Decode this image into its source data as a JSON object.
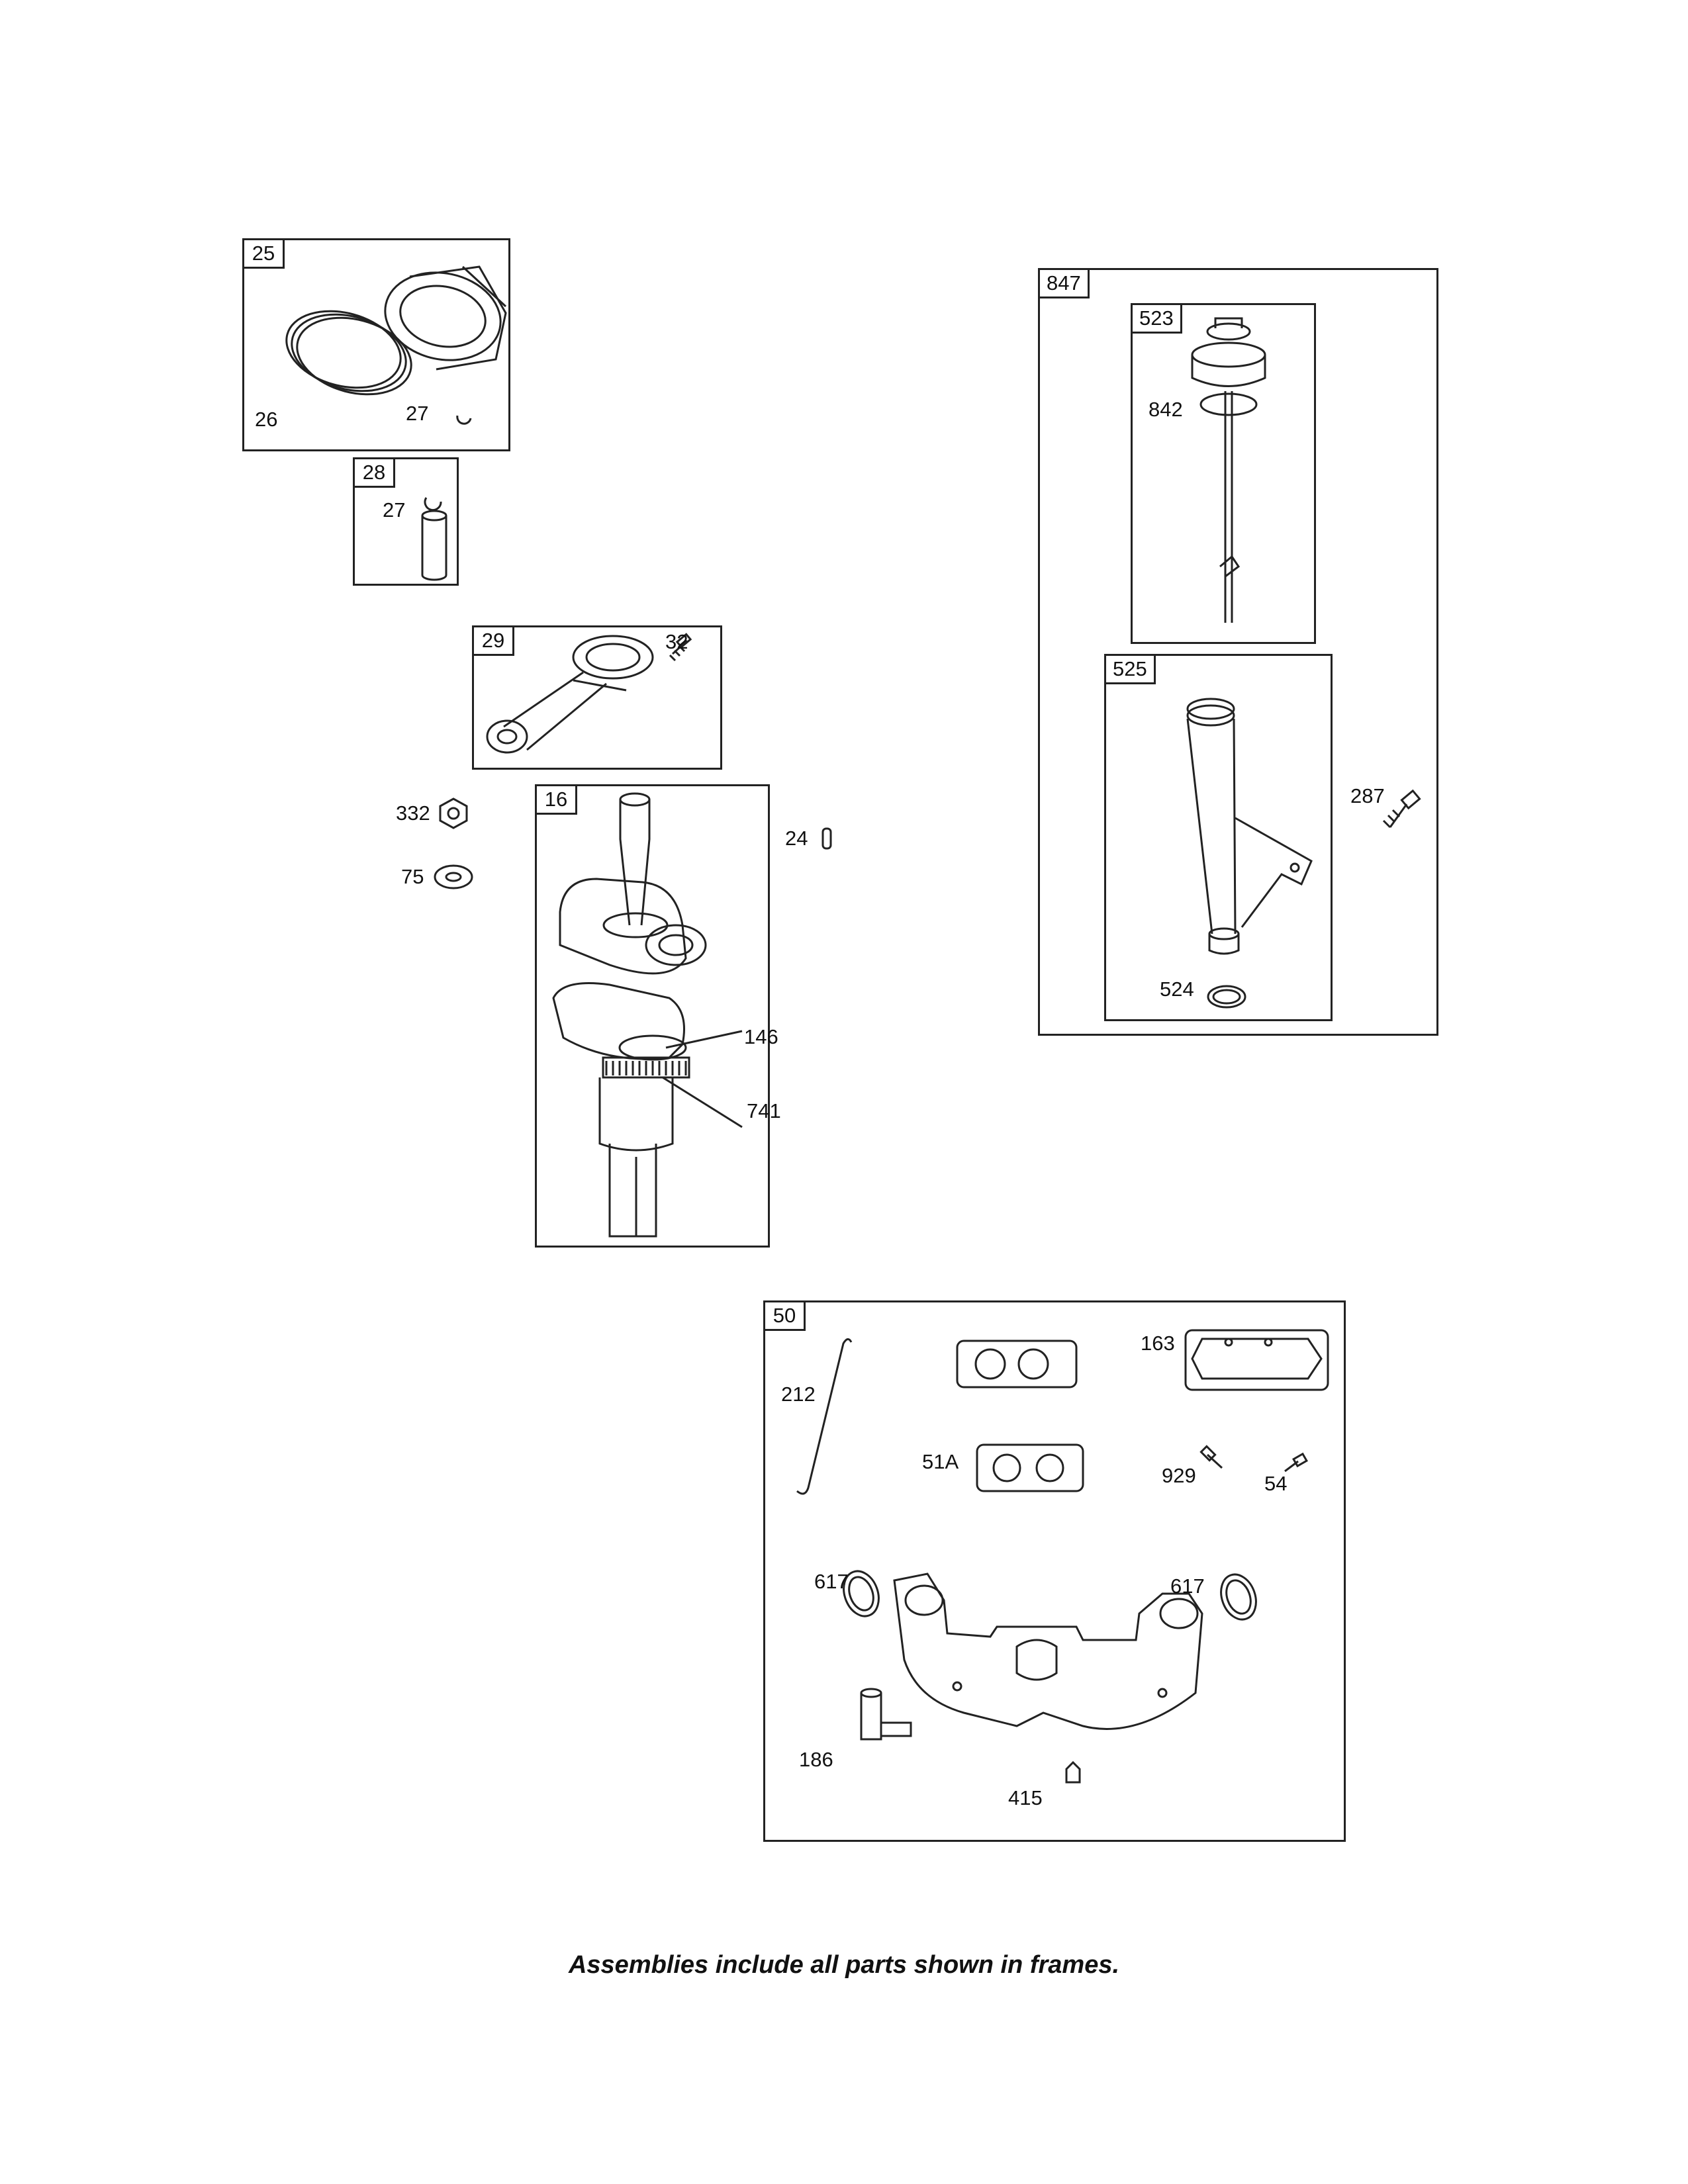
{
  "assemblies": {
    "a25": "25",
    "a28": "28",
    "a29": "29",
    "a16": "16",
    "a847": "847",
    "a523": "523",
    "a525": "525",
    "a50": "50"
  },
  "callouts": {
    "p26": "26",
    "p27a": "27",
    "p27b": "27",
    "p32": "32",
    "p332": "332",
    "p75": "75",
    "p24": "24",
    "p146": "146",
    "p741": "741",
    "p842": "842",
    "p287": "287",
    "p524": "524",
    "p212": "212",
    "p163": "163",
    "p51A": "51A",
    "p929": "929",
    "p54": "54",
    "p617a": "617",
    "p617b": "617",
    "p186": "186",
    "p415": "415"
  },
  "footer": {
    "caption": "Assemblies include all parts shown in frames."
  }
}
